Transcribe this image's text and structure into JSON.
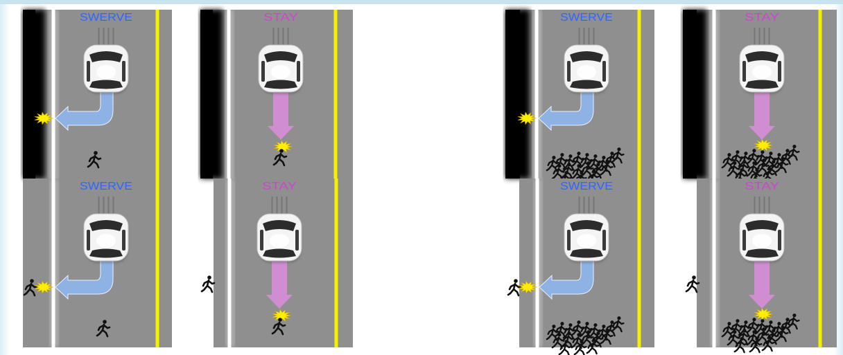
{
  "labels": {
    "swerve": "SWERVE",
    "stay": "STAY"
  },
  "colors": {
    "road": "#8f8f8f",
    "wall": "#000000",
    "lane_white": "#ffffff",
    "lane_yellow": "#f4f000",
    "swerve_text": "#2f66ff",
    "stay_text": "#cc47cc",
    "swerve_arrow": "#8fb2e4",
    "stay_arrow": "#d48dd5",
    "impact": "#ffee00",
    "car_body": "#f4f4f4",
    "car_glass": "#2c2c2c",
    "pedestrian": "#111111"
  },
  "icons": {
    "car": "car-icon",
    "pedestrian": "pedestrian-icon",
    "impact": "impact-burst-icon",
    "wall": "barrier-wall"
  },
  "panels": [
    {
      "label_key": "swerve",
      "action": "swerve",
      "obstacle": "wall",
      "pedestrians": 1
    },
    {
      "label_key": "stay",
      "action": "stay",
      "obstacle": "wall",
      "pedestrians": 1
    },
    {
      "label_key": "swerve",
      "action": "swerve",
      "obstacle": "wall",
      "pedestrians": 10
    },
    {
      "label_key": "stay",
      "action": "stay",
      "obstacle": "wall",
      "pedestrians": 10
    },
    {
      "label_key": "swerve",
      "action": "swerve",
      "obstacle": "pedestrian",
      "pedestrians": 1
    },
    {
      "label_key": "stay",
      "action": "stay",
      "obstacle": "pedestrian",
      "pedestrians": 1
    },
    {
      "label_key": "swerve",
      "action": "swerve",
      "obstacle": "pedestrian",
      "pedestrians": 10
    },
    {
      "label_key": "stay",
      "action": "stay",
      "obstacle": "pedestrian",
      "pedestrians": 10
    }
  ]
}
